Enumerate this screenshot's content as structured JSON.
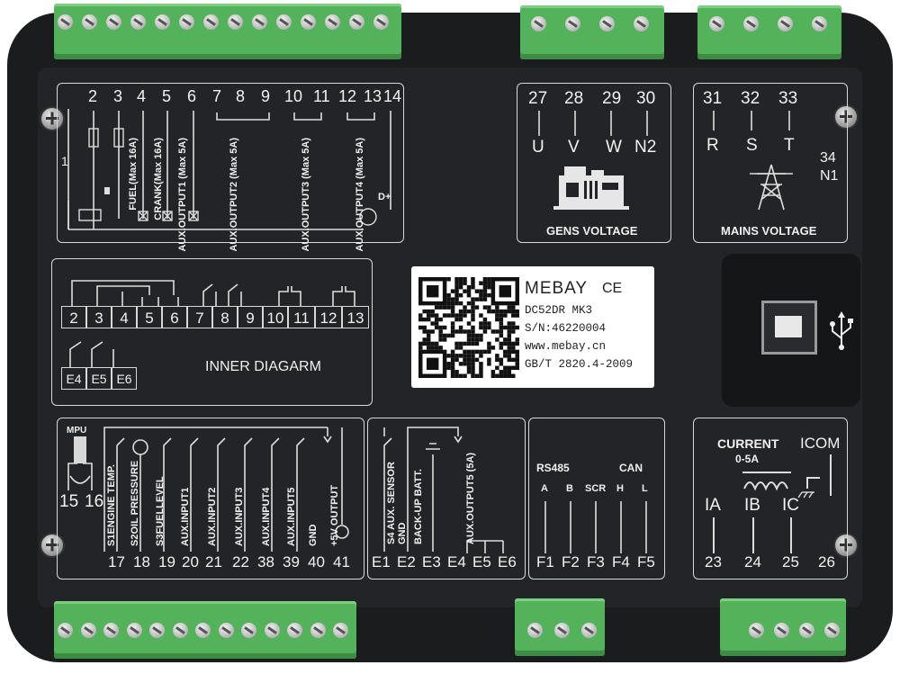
{
  "device": {
    "brand": "MEBAY",
    "ce_mark": "CE",
    "model": "DC52DR MK3",
    "serial": "S/N:46220004",
    "website": "www.mebay.cn",
    "standard": "GB/T 2820.4-2009"
  },
  "outputs_section": {
    "numbers": [
      "2",
      "3",
      "4",
      "5",
      "6",
      "7",
      "8",
      "9",
      "10",
      "11",
      "12",
      "13",
      "14"
    ],
    "ground_number": "1",
    "labels": [
      "FUEL(Max 16A)",
      "CRANK(Max 16A)",
      "AUX.OUTPUT1 (Max 5A)",
      "AUX.OUTPUT2 (Max 5A)",
      "AUX.OUTPUT3 (Max 5A)",
      "AUX.OUTPUT4 (Max 5A)"
    ],
    "dplus": "D+"
  },
  "gens_voltage": {
    "numbers": [
      "27",
      "28",
      "29",
      "30"
    ],
    "phases": [
      "U",
      "V",
      "W",
      "N2"
    ],
    "title": "GENS VOLTAGE"
  },
  "mains_voltage": {
    "numbers": [
      "31",
      "32",
      "33"
    ],
    "phases": [
      "R",
      "S",
      "T"
    ],
    "neutral_number": "34",
    "neutral": "N1",
    "title": "MAINS VOLTAGE"
  },
  "inner_diagram": {
    "title": "INNER DIAGARM",
    "relay_cells": [
      "2",
      "3",
      "4",
      "5",
      "6",
      "7",
      "8",
      "9",
      "10",
      "11",
      "12",
      "13"
    ],
    "e_cells": [
      "E4",
      "E5",
      "E6"
    ]
  },
  "inputs_section": {
    "mpu": "MPU",
    "mpu_numbers": [
      "15",
      "16"
    ],
    "labels": [
      "S1ENGINE TEMP.",
      "S2OIL PRESSURE",
      "S3FUELLEVEL",
      "AUX.INPUT1",
      "AUX.INPUT2",
      "AUX.INPUT3",
      "AUX.INPUT4",
      "AUX.INPUT5",
      "GND",
      "+5V OUTPUT"
    ],
    "numbers": [
      "17",
      "18",
      "19",
      "20",
      "21",
      "22",
      "38",
      "39",
      "40",
      "41"
    ]
  },
  "aux_section": {
    "labels": [
      "S4 AUX. SENSOR",
      "GND",
      "BACK-UP BATT.",
      "AUX.OUTPUT5 (5A)"
    ],
    "numbers": [
      "E1",
      "E2",
      "E3",
      "E4",
      "E5",
      "E6"
    ]
  },
  "comm_section": {
    "rs485": "RS485",
    "can": "CAN",
    "pins": [
      "A",
      "B",
      "SCR",
      "H",
      "L"
    ],
    "numbers": [
      "F1",
      "F2",
      "F3",
      "F4",
      "F5"
    ]
  },
  "current_section": {
    "title": "CURRENT",
    "range": "0-5A",
    "icom": "ICOM",
    "phases": [
      "IA",
      "IB",
      "IC"
    ],
    "numbers": [
      "23",
      "24",
      "25",
      "26"
    ]
  },
  "colors": {
    "terminal_green": "#52b35a",
    "panel": "#232427",
    "print": "#f0f0f0"
  },
  "icons": [
    "generator-icon",
    "power-tower-icon",
    "usb-icon",
    "battery-icon",
    "mpu-sensor-icon",
    "coil-icon",
    "ground-icon"
  ]
}
